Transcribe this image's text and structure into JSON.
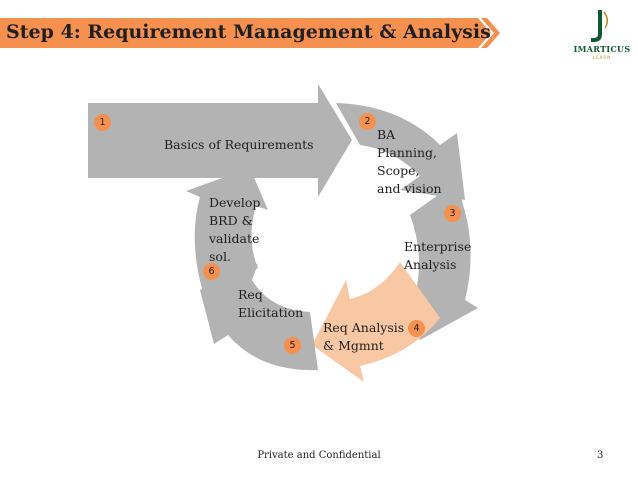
{
  "slide": {
    "title": "Step 4: Requirement Management & Analysis",
    "footer": "Private and Confidential",
    "page_number": "3"
  },
  "logo": {
    "name": "IMARTICUS",
    "sub": "LEARN"
  },
  "colors": {
    "banner": "#f5904f",
    "arrow_gray": "#b3b3b3",
    "arrow_highlight": "#f8c8a4",
    "badge": "#f5904f"
  },
  "steps": [
    {
      "number": "1",
      "label": "Basics of Requirements"
    },
    {
      "number": "2",
      "label": "BA\nPlanning,\nScope,\nand vision"
    },
    {
      "number": "3",
      "label": "Enterprise\nAnalysis"
    },
    {
      "number": "4",
      "label": "Req Analysis\n& Mgmnt"
    },
    {
      "number": "5",
      "label": "Req\nElicitation"
    },
    {
      "number": "6",
      "label": "Develop\nBRD &\nvalidate\nsol."
    }
  ]
}
